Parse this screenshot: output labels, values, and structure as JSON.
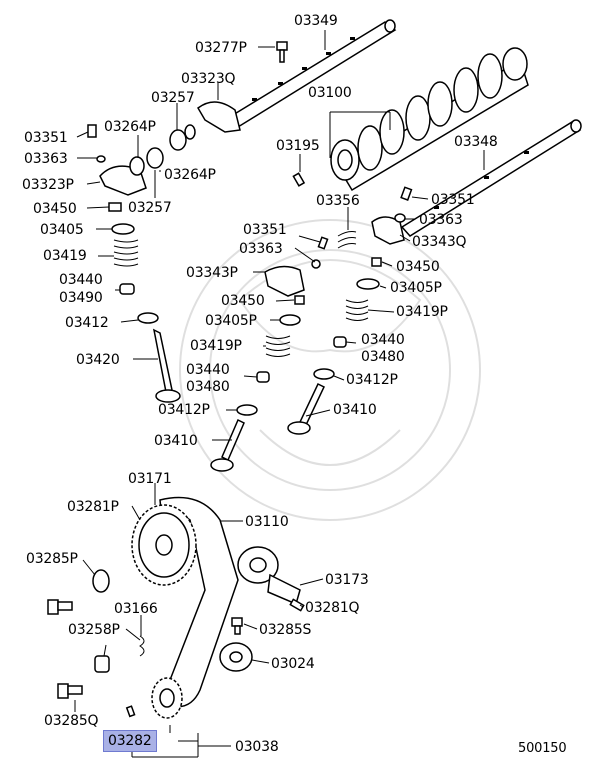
{
  "diagram_id": "500150",
  "highlight_color": "#a9b1e6",
  "labels": [
    {
      "key": "l03349",
      "text": "03349"
    },
    {
      "key": "l03277P",
      "text": "03277P"
    },
    {
      "key": "l03323Q",
      "text": "03323Q"
    },
    {
      "key": "l03257a",
      "text": "03257"
    },
    {
      "key": "l03100",
      "text": "03100"
    },
    {
      "key": "l03351a",
      "text": "03351"
    },
    {
      "key": "l03264Pa",
      "text": "03264P"
    },
    {
      "key": "l03195",
      "text": "03195"
    },
    {
      "key": "l03348",
      "text": "03348"
    },
    {
      "key": "l03363a",
      "text": "03363"
    },
    {
      "key": "l03264Pb",
      "text": "03264P"
    },
    {
      "key": "l03323P",
      "text": "03323P"
    },
    {
      "key": "l03356",
      "text": "03356"
    },
    {
      "key": "l03351b",
      "text": "03351"
    },
    {
      "key": "l03450a",
      "text": "03450"
    },
    {
      "key": "l03257b",
      "text": "03257"
    },
    {
      "key": "l03363b",
      "text": "03363"
    },
    {
      "key": "l03405",
      "text": "03405"
    },
    {
      "key": "l03351c",
      "text": "03351"
    },
    {
      "key": "l03343Q",
      "text": "03343Q"
    },
    {
      "key": "l03419",
      "text": "03419"
    },
    {
      "key": "l03363c",
      "text": "03363"
    },
    {
      "key": "l03343P",
      "text": "03343P"
    },
    {
      "key": "l03450b",
      "text": "03450"
    },
    {
      "key": "l03440a",
      "text": "03440"
    },
    {
      "key": "l03490",
      "text": "03490"
    },
    {
      "key": "l03405Pa",
      "text": "03405P"
    },
    {
      "key": "l03450c",
      "text": "03450"
    },
    {
      "key": "l03419Pa",
      "text": "03419P"
    },
    {
      "key": "l03412",
      "text": "03412"
    },
    {
      "key": "l03405Pb",
      "text": "03405P"
    },
    {
      "key": "l03440b",
      "text": "03440"
    },
    {
      "key": "l03419Pb",
      "text": "03419P"
    },
    {
      "key": "l03480a",
      "text": "03480"
    },
    {
      "key": "l03420",
      "text": "03420"
    },
    {
      "key": "l03440c",
      "text": "03440"
    },
    {
      "key": "l03412Pa",
      "text": "03412P"
    },
    {
      "key": "l03480b",
      "text": "03480"
    },
    {
      "key": "l03412Pb",
      "text": "03412P"
    },
    {
      "key": "l03410a",
      "text": "03410"
    },
    {
      "key": "l03410b",
      "text": "03410"
    },
    {
      "key": "l03171",
      "text": "03171"
    },
    {
      "key": "l03281P",
      "text": "03281P"
    },
    {
      "key": "l03110",
      "text": "03110"
    },
    {
      "key": "l03285P",
      "text": "03285P"
    },
    {
      "key": "l03173",
      "text": "03173"
    },
    {
      "key": "l03166",
      "text": "03166"
    },
    {
      "key": "l03281Q",
      "text": "03281Q"
    },
    {
      "key": "l03258P",
      "text": "03258P"
    },
    {
      "key": "l03285S",
      "text": "03285S"
    },
    {
      "key": "l03024",
      "text": "03024"
    },
    {
      "key": "l03285Q",
      "text": "03285Q"
    },
    {
      "key": "l03282",
      "text": "03282"
    },
    {
      "key": "l03038",
      "text": "03038"
    }
  ]
}
